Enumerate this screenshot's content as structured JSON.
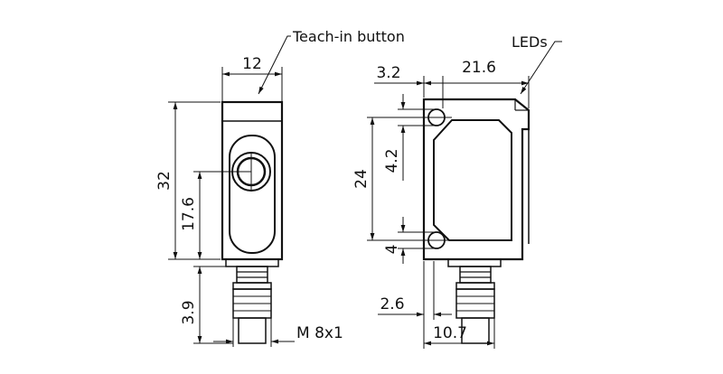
{
  "callouts": {
    "teach_in": "Teach-in button",
    "leds": "LEDs",
    "thread": "M 8x1"
  },
  "dimensions": {
    "front_width": "12",
    "front_height": "32",
    "front_button_height": "17.6",
    "front_connector": "3.9",
    "side_offset": "3.2",
    "side_width": "21.6",
    "side_hole_spacing": "24",
    "side_hole_dia_top": "4.2",
    "side_hole_dia_bottom": "4",
    "side_connector_offset": "2.6",
    "side_connector_pos": "10.7"
  }
}
